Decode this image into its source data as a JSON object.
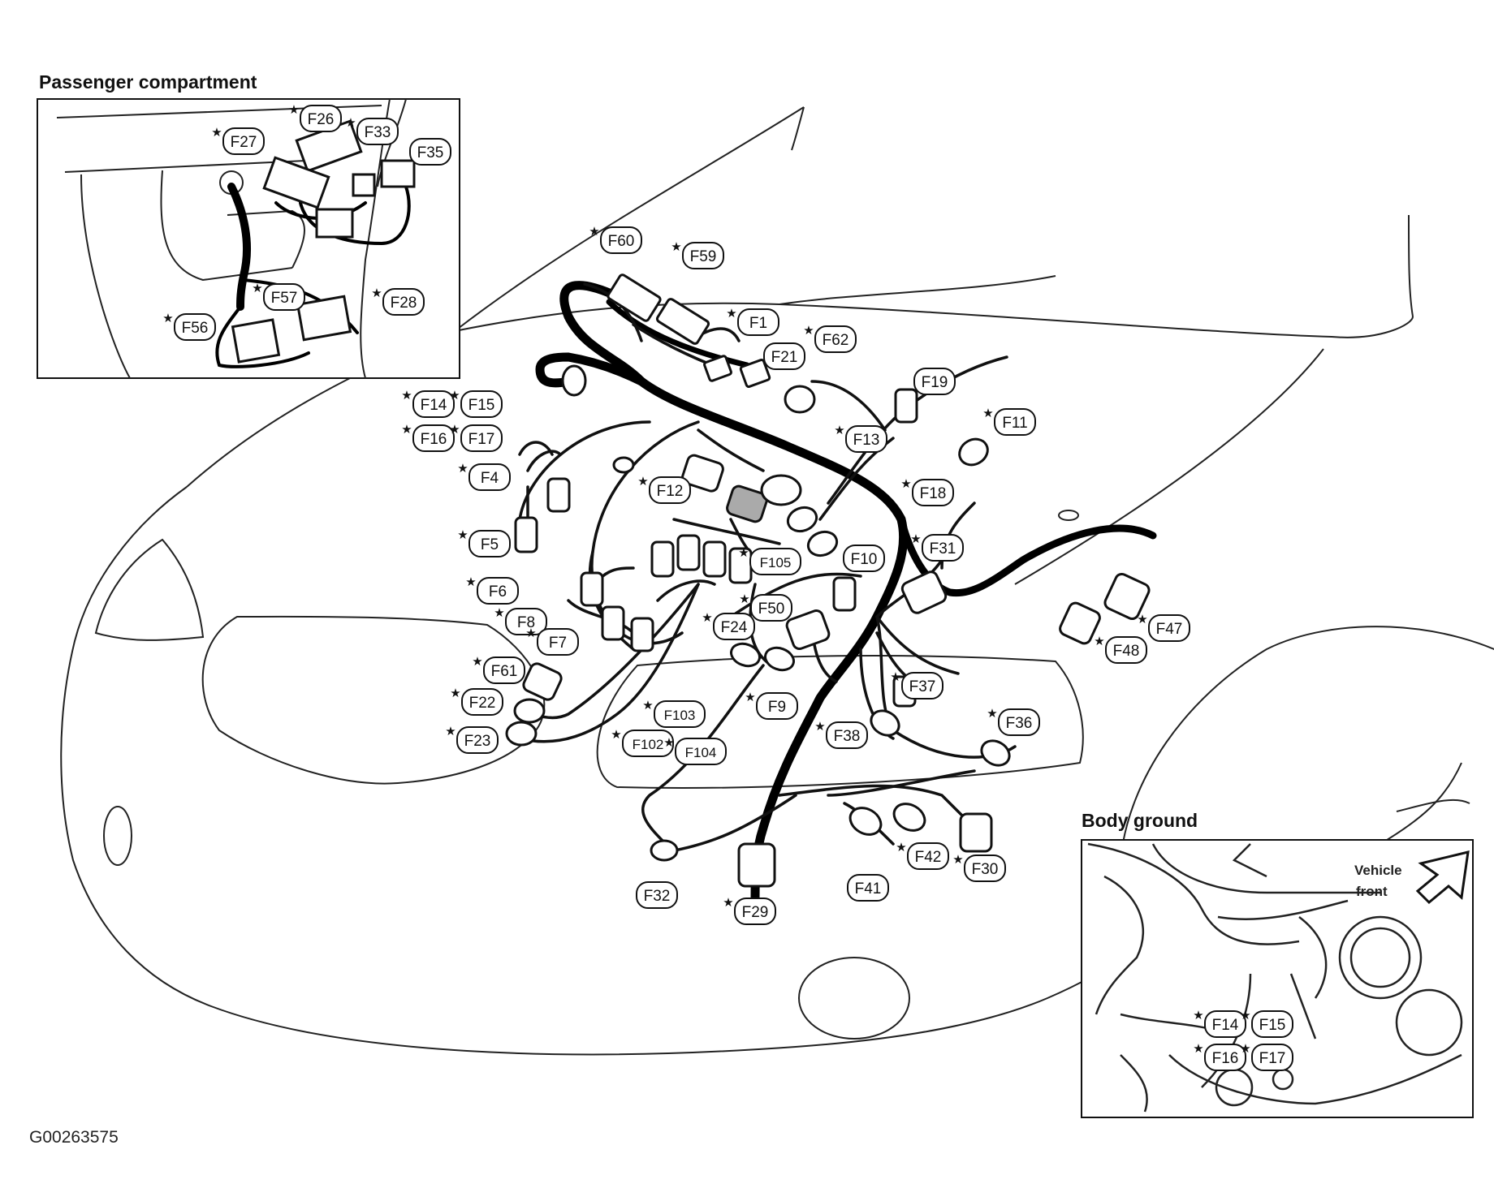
{
  "headings": {
    "passenger_compartment": "Passenger compartment",
    "body_ground": "Body ground"
  },
  "figure_id": "G00263575",
  "vehicle_front": [
    "Vehicle",
    "front"
  ],
  "passenger_labels": [
    {
      "id": "F26",
      "text": "F26",
      "star": true
    },
    {
      "id": "F27",
      "text": "F27",
      "star": true
    },
    {
      "id": "F33",
      "text": "F33",
      "star": true
    },
    {
      "id": "F35",
      "text": "F35",
      "star": false
    },
    {
      "id": "F57",
      "text": "F57",
      "star": true
    },
    {
      "id": "F56",
      "text": "F56",
      "star": true
    },
    {
      "id": "F28",
      "text": "F28",
      "star": true
    }
  ],
  "main_labels": [
    {
      "id": "F60",
      "text": "F60",
      "star": true
    },
    {
      "id": "F59",
      "text": "F59",
      "star": true
    },
    {
      "id": "F1",
      "text": "F1",
      "star": true
    },
    {
      "id": "F62",
      "text": "F62",
      "star": true
    },
    {
      "id": "F21",
      "text": "F21",
      "star": false
    },
    {
      "id": "F19",
      "text": "F19",
      "star": false
    },
    {
      "id": "F14",
      "text": "F14",
      "star": true
    },
    {
      "id": "F15",
      "text": "F15",
      "star": true
    },
    {
      "id": "F16",
      "text": "F16",
      "star": true
    },
    {
      "id": "F17",
      "text": "F17",
      "star": true
    },
    {
      "id": "F13",
      "text": "F13",
      "star": true
    },
    {
      "id": "F11",
      "text": "F11",
      "star": true
    },
    {
      "id": "F4",
      "text": "F4",
      "star": true
    },
    {
      "id": "F12",
      "text": "F12",
      "star": true
    },
    {
      "id": "F18",
      "text": "F18",
      "star": true
    },
    {
      "id": "F5",
      "text": "F5",
      "star": true
    },
    {
      "id": "F105",
      "text": "F105",
      "star": true
    },
    {
      "id": "F10",
      "text": "F10",
      "star": false
    },
    {
      "id": "F31",
      "text": "F31",
      "star": true
    },
    {
      "id": "F6",
      "text": "F6",
      "star": true
    },
    {
      "id": "F50",
      "text": "F50",
      "star": true
    },
    {
      "id": "F8",
      "text": "F8",
      "star": true
    },
    {
      "id": "F24",
      "text": "F24",
      "star": true
    },
    {
      "id": "F47",
      "text": "F47",
      "star": true
    },
    {
      "id": "F7",
      "text": "F7",
      "star": true
    },
    {
      "id": "F48",
      "text": "F48",
      "star": true
    },
    {
      "id": "F61",
      "text": "F61",
      "star": true
    },
    {
      "id": "F37",
      "text": "F37",
      "star": true
    },
    {
      "id": "F22",
      "text": "F22",
      "star": true
    },
    {
      "id": "F9",
      "text": "F9",
      "star": true
    },
    {
      "id": "F103",
      "text": "F103",
      "star": true
    },
    {
      "id": "F36",
      "text": "F36",
      "star": true
    },
    {
      "id": "F23",
      "text": "F23",
      "star": true
    },
    {
      "id": "F38",
      "text": "F38",
      "star": true
    },
    {
      "id": "F102",
      "text": "F102",
      "star": true
    },
    {
      "id": "F104",
      "text": "F104",
      "star": true
    },
    {
      "id": "F42",
      "text": "F42",
      "star": true
    },
    {
      "id": "F30",
      "text": "F30",
      "star": true
    },
    {
      "id": "F41",
      "text": "F41",
      "star": false
    },
    {
      "id": "F32",
      "text": "F32",
      "star": false
    },
    {
      "id": "F29",
      "text": "F29",
      "star": true
    }
  ],
  "ground_labels": [
    {
      "id": "F14",
      "text": "F14",
      "star": true
    },
    {
      "id": "F15",
      "text": "F15",
      "star": true
    },
    {
      "id": "F16",
      "text": "F16",
      "star": true
    },
    {
      "id": "F17",
      "text": "F17",
      "star": true
    }
  ]
}
